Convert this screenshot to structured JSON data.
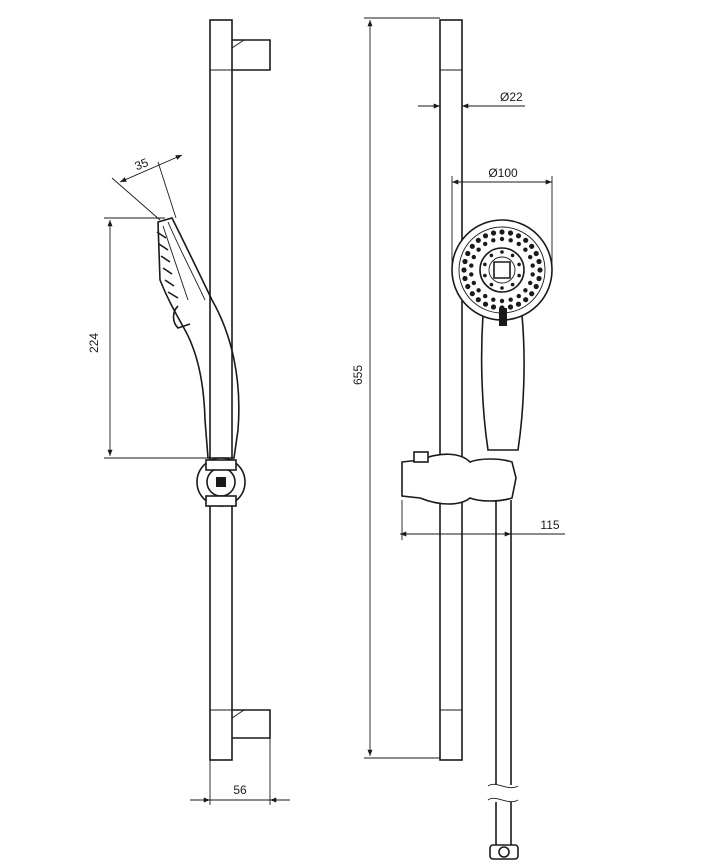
{
  "dimensions": {
    "handshower_angle_width": "35",
    "handshower_length": "224",
    "bracket_depth": "56",
    "rail_height": "655",
    "rail_diameter": "Ø22",
    "head_diameter": "Ø100",
    "slider_projection": "115"
  },
  "colors": {
    "line": "#1a1a1a",
    "background": "#ffffff"
  }
}
